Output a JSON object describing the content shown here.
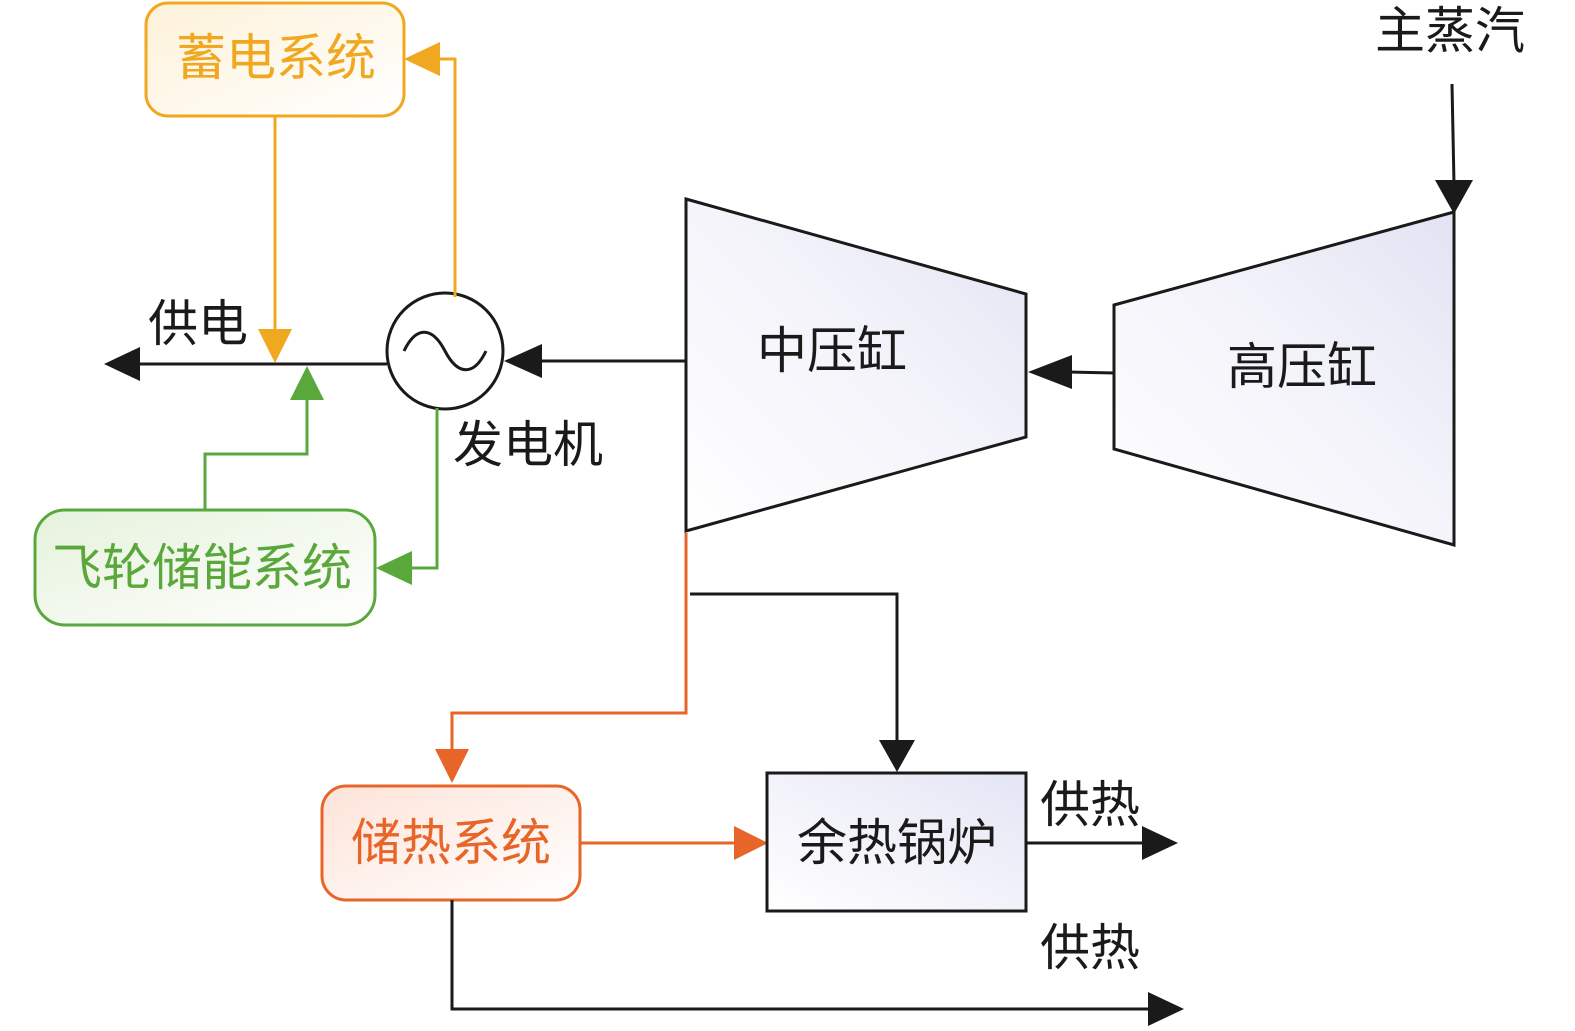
{
  "labels": {
    "main_steam": "主蒸汽",
    "hp_cylinder": "高压缸",
    "ip_cylinder": "中压缸",
    "generator": "发电机",
    "power_supply": "供电",
    "battery_system": "蓄电系统",
    "flywheel_system": "飞轮储能系统",
    "heat_storage_system": "储热系统",
    "waste_heat_boiler": "余热锅炉",
    "heat_supply_boiler": "供热",
    "heat_supply_storage": "供热"
  },
  "colors": {
    "black": "#1a1a1a",
    "battery": "#f0a820",
    "flywheel": "#5aa83c",
    "heat_storage": "#e8652a",
    "turbine_fill": "#e6e7f5"
  }
}
